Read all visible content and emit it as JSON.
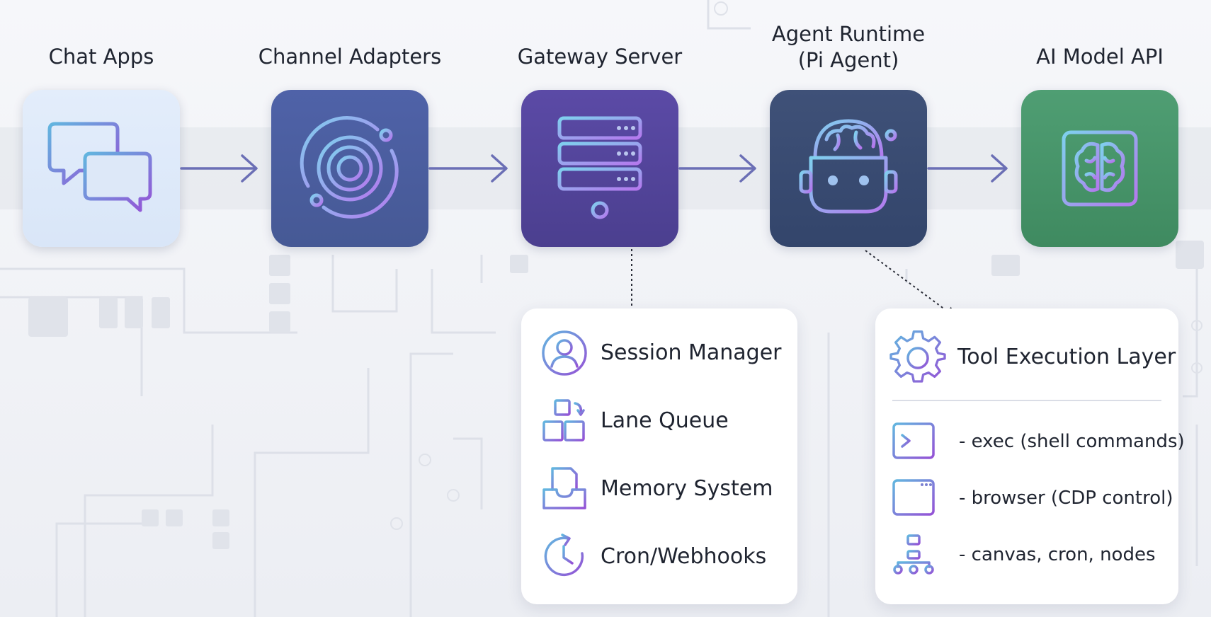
{
  "pipeline": {
    "chat_apps": "Chat Apps",
    "channel_adapters": "Channel Adapters",
    "gateway_server": "Gateway Server",
    "agent_runtime": "Agent Runtime\n(Pi Agent)",
    "ai_model_api": "AI Model API"
  },
  "gateway_components": {
    "items": [
      {
        "label": "Session Manager",
        "icon": "user-circle-icon"
      },
      {
        "label": "Lane Queue",
        "icon": "boxes-icon"
      },
      {
        "label": "Memory System",
        "icon": "inbox-document-icon"
      },
      {
        "label": "Cron/Webhooks",
        "icon": "clock-refresh-icon"
      }
    ]
  },
  "tool_layer": {
    "title": "Tool Execution Layer",
    "title_icon": "gear-icon",
    "items": [
      {
        "label": "- exec (shell commands)",
        "icon": "terminal-icon"
      },
      {
        "label": "- browser (CDP control)",
        "icon": "browser-window-icon"
      },
      {
        "label": "- canvas, cron, nodes",
        "icon": "hierarchy-icon"
      }
    ]
  },
  "colors": {
    "arrow": "#6b6fb5",
    "icon_gradient_start": "#5aa8d6",
    "icon_gradient_end": "#8a4fd3",
    "chat_box": "#dde8f8",
    "adapters_box": "#4b5e9f",
    "gateway_box": "#54449a",
    "runtime_box": "#394b72",
    "model_box": "#47956a"
  }
}
